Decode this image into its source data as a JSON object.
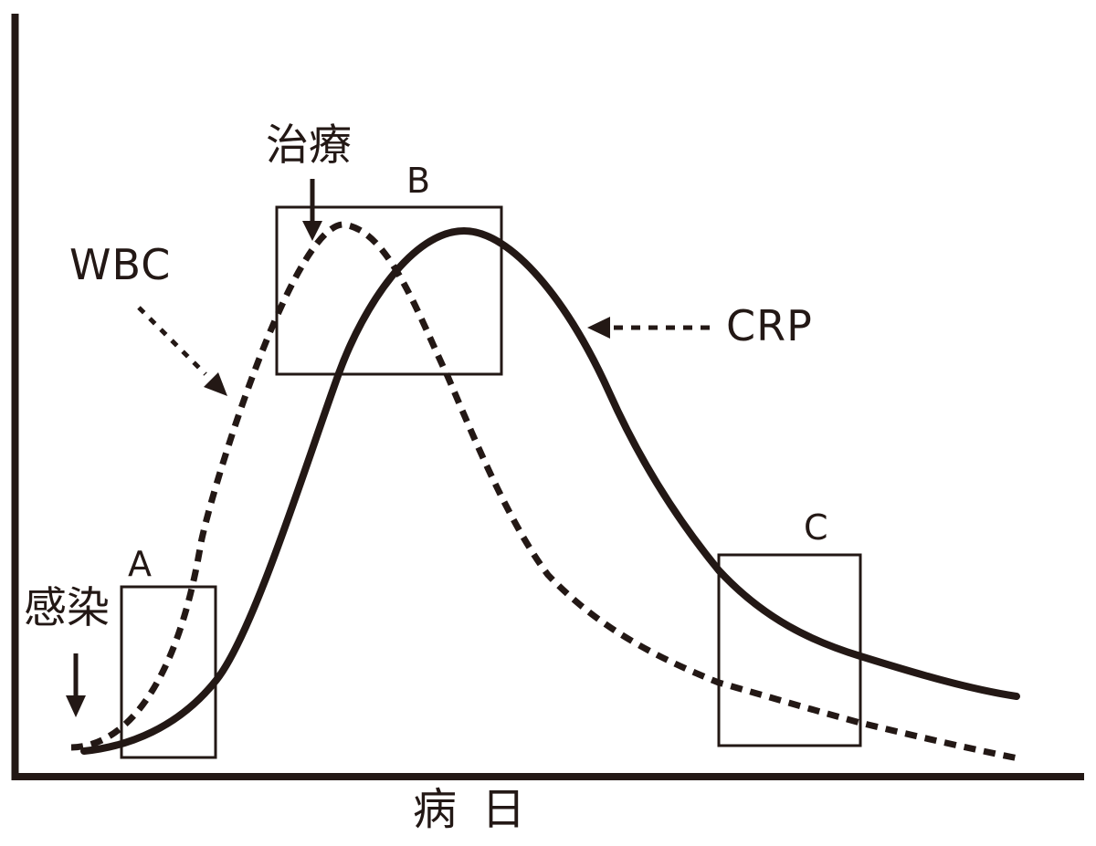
{
  "figure": {
    "kind": "schematic-line-chart",
    "background_color": "#ffffff",
    "ink_color": "#231815"
  },
  "labels": {
    "wbc": "WBC",
    "crp": "CRP",
    "treatment": "治療",
    "infection": "感染",
    "region_a": "A",
    "region_b": "B",
    "region_c": "C",
    "xlabel": "病 日"
  },
  "chart_data": {
    "type": "line",
    "title": "",
    "xlabel": "病 日",
    "ylabel": "",
    "grid": false,
    "axes_note": "qualitative axes, no tick marks or numeric scale; x = days of illness, y = relative level",
    "xlim": [
      0,
      100
    ],
    "ylim": [
      0,
      100
    ],
    "legend_note": "series identified by labeled dashed pointer arrows: WBC -> dashed curve, CRP -> solid curve",
    "series": [
      {
        "name": "WBC",
        "line_style": "dashed",
        "color": "#231815",
        "x": [
          5.3,
          10.0,
          14.0,
          17.2,
          20.8,
          24.5,
          27.7,
          30.7,
          33.6,
          35.5,
          38.1,
          40.5,
          43.9,
          46.9,
          49.9,
          55.0,
          58.4,
          65.8,
          72.9,
          79.1,
          86.6,
          93.9
        ],
        "y": [
          3.9,
          6.5,
          13.3,
          30.0,
          47.4,
          59.9,
          69.5,
          72.4,
          69.7,
          66.5,
          57.5,
          52.8,
          42.3,
          33.6,
          26.4,
          20.1,
          16.9,
          12.3,
          9.4,
          7.1,
          4.7,
          2.5
        ],
        "peak": {
          "x": 30.7,
          "y": 72.4
        }
      },
      {
        "name": "CRP",
        "line_style": "solid",
        "color": "#231815",
        "x": [
          6.5,
          10.2,
          14.9,
          18.9,
          21.7,
          24.3,
          27.7,
          30.3,
          32.8,
          35.5,
          38.3,
          41.8,
          45.5,
          49.9,
          55.6,
          58.4,
          63.3,
          65.8,
          71.9,
          79.1,
          86.6,
          93.7
        ],
        "y": [
          3.5,
          4.3,
          6.1,
          12.7,
          20.5,
          30.6,
          44.4,
          52.9,
          61.1,
          66.5,
          70.3,
          71.5,
          69.5,
          63.5,
          50.4,
          39.6,
          34.4,
          27.0,
          18.9,
          15.7,
          12.3,
          10.5
        ],
        "peak": {
          "x": 41.8,
          "y": 71.5
        }
      }
    ],
    "annotations": [
      {
        "kind": "down-arrow",
        "label": "感染",
        "x": 5.7,
        "note": "infection onset marker near origin above x-axis"
      },
      {
        "kind": "down-arrow",
        "label": "治療",
        "x": 27.8,
        "note": "treatment marker pointing to rising WBC peak inside box B"
      },
      {
        "kind": "pointer-arrow",
        "label": "WBC",
        "points_to": "dashed curve (rising limb)"
      },
      {
        "kind": "pointer-arrow",
        "label": "CRP",
        "points_to": "solid curve (falling limb)"
      },
      {
        "kind": "box",
        "label": "A",
        "x_range": [
          10.0,
          18.9
        ],
        "y_range": [
          2.5,
          24.9
        ]
      },
      {
        "kind": "box",
        "label": "B",
        "x_range": [
          24.5,
          45.5
        ],
        "y_range": [
          52.7,
          74.6
        ]
      },
      {
        "kind": "box",
        "label": "C",
        "x_range": [
          65.8,
          79.1
        ],
        "y_range": [
          4.1,
          29.1
        ]
      }
    ]
  }
}
